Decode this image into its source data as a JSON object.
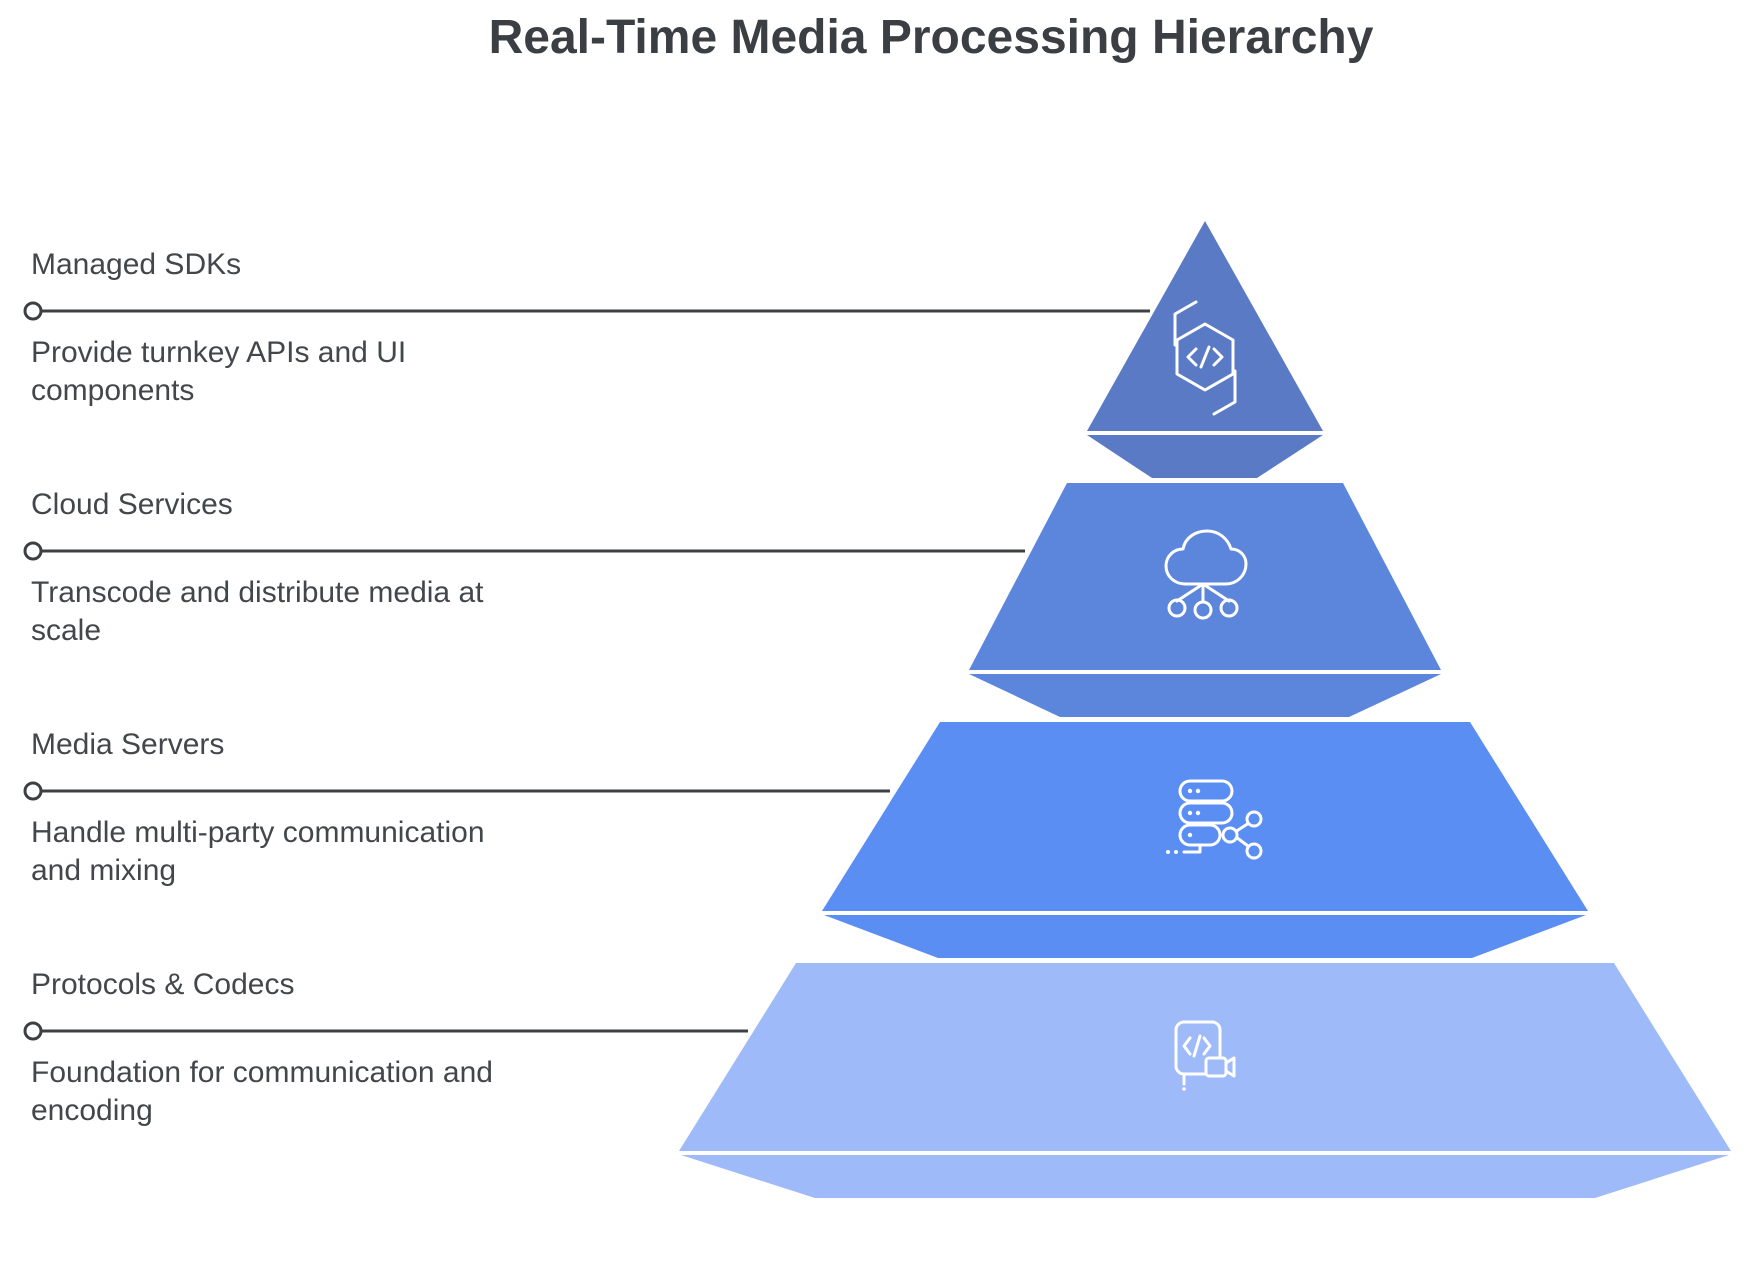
{
  "title": "Real-Time Media Processing Hierarchy",
  "colors": {
    "connector": "#3c4043",
    "title_text": "#3b3f44",
    "label_text": "#43474b",
    "icon_stroke": "#ffffff",
    "background": "#ffffff"
  },
  "levels": [
    {
      "heading": "Managed SDKs",
      "description": "Provide turnkey APIs and UI components",
      "color": "#5b7ac6",
      "icon": "code-hexagon-icon"
    },
    {
      "heading": "Cloud Services",
      "description": "Transcode and distribute media at scale",
      "color": "#5c85dc",
      "icon": "cloud-distribution-icon"
    },
    {
      "heading": "Media Servers",
      "description": "Handle multi-party communication and mixing",
      "color": "#5b8ef2",
      "icon": "server-share-icon"
    },
    {
      "heading": "Protocols & Codecs",
      "description": "Foundation for communication and encoding",
      "color": "#9fbaf8",
      "icon": "code-video-icon"
    }
  ]
}
